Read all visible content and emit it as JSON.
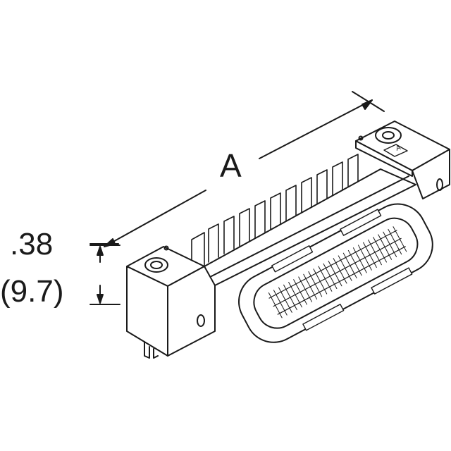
{
  "dimensions": {
    "length_label": "A",
    "height_inches": ".38",
    "height_mm": "(9.7)"
  },
  "marking": {
    "polarity_label": "A"
  },
  "colors": {
    "line": "#1a1a1a",
    "background": "#ffffff"
  }
}
